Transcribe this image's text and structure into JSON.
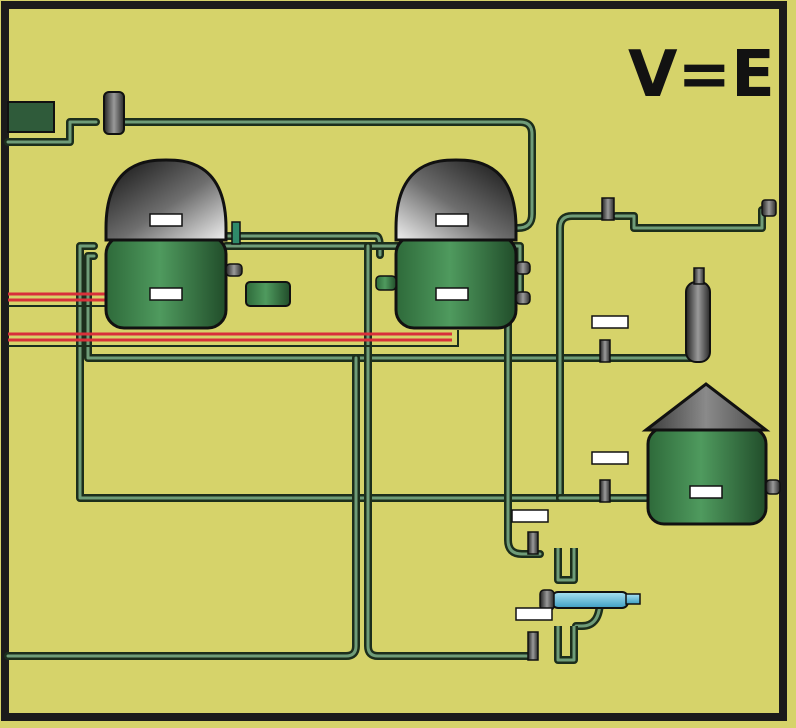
{
  "title": "V=E",
  "colors": {
    "background": "#d6d36a",
    "border": "#1b1b1b",
    "pipe_outer": "#1c2e1c",
    "pipe_inner": "#6f9c78",
    "pipe_red": "#d8303a",
    "tank_green": "#3f8a4e",
    "dome_dark": "#2f2f2f",
    "dome_light": "#cfcfcf",
    "label_box": "#ffffff",
    "heater_blue": "#6cc6e6"
  },
  "components": [
    {
      "name": "feed-pump",
      "icon": "pump-icon"
    },
    {
      "name": "feed-cylinder",
      "icon": "cylinder-icon"
    },
    {
      "name": "digester-1",
      "icon": "digester-icon"
    },
    {
      "name": "digester-2",
      "icon": "digester-icon"
    },
    {
      "name": "gas-holder",
      "icon": "gas-holder-icon"
    },
    {
      "name": "gas-bottle",
      "icon": "gas-bottle-icon"
    },
    {
      "name": "gas-line-bracket",
      "icon": "bracket-icon"
    },
    {
      "name": "heat-exchanger",
      "icon": "heat-exchanger-icon"
    },
    {
      "name": "u-trap-upper",
      "icon": "u-trap-icon"
    },
    {
      "name": "u-trap-lower",
      "icon": "u-trap-icon"
    }
  ]
}
